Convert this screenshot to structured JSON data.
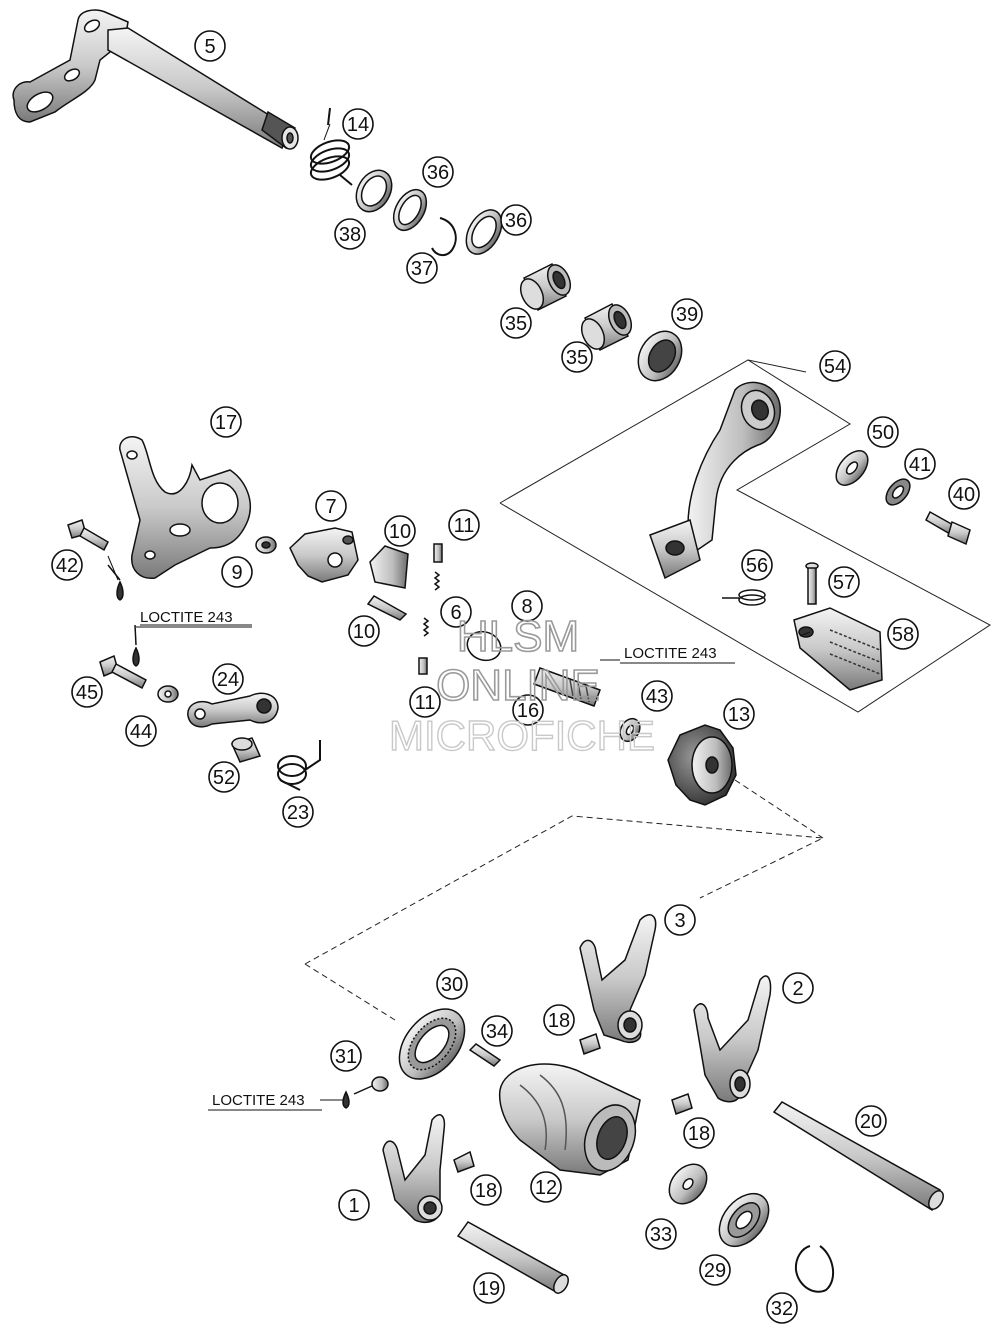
{
  "watermark": {
    "line1": "HLSM",
    "line2": "ONLINE",
    "line3": "MICROFICHE"
  },
  "loctite_label": "LOCTITE 243",
  "callouts": [
    {
      "n": "5",
      "part": "shift-shaft"
    },
    {
      "n": "14",
      "part": "spring"
    },
    {
      "n": "36",
      "part": "washer"
    },
    {
      "n": "38",
      "part": "washer"
    },
    {
      "n": "37",
      "part": "circlip"
    },
    {
      "n": "36",
      "part": "washer"
    },
    {
      "n": "35",
      "part": "needle-bearing"
    },
    {
      "n": "35",
      "part": "needle-bearing"
    },
    {
      "n": "39",
      "part": "shaft-seal"
    },
    {
      "n": "54",
      "part": "shift-lever-assembly"
    },
    {
      "n": "50",
      "part": "washer"
    },
    {
      "n": "41",
      "part": "lock-washer"
    },
    {
      "n": "40",
      "part": "screw"
    },
    {
      "n": "56",
      "part": "spring"
    },
    {
      "n": "57",
      "part": "pin"
    },
    {
      "n": "58",
      "part": "shift-tip"
    },
    {
      "n": "17",
      "part": "guide-plate"
    },
    {
      "n": "7",
      "part": "shift-pawl"
    },
    {
      "n": "10",
      "part": "guide"
    },
    {
      "n": "11",
      "part": "pin"
    },
    {
      "n": "9",
      "part": "bushing"
    },
    {
      "n": "42",
      "part": "screw"
    },
    {
      "n": "10",
      "part": "guide"
    },
    {
      "n": "6",
      "part": "spring"
    },
    {
      "n": "8",
      "part": "spring"
    },
    {
      "n": "11",
      "part": "pin"
    },
    {
      "n": "16",
      "part": "pin"
    },
    {
      "n": "45",
      "part": "screw"
    },
    {
      "n": "24",
      "part": "locking-lever"
    },
    {
      "n": "44",
      "part": "washer"
    },
    {
      "n": "43",
      "part": "washer"
    },
    {
      "n": "13",
      "part": "shift-drum-locating"
    },
    {
      "n": "52",
      "part": "roller"
    },
    {
      "n": "23",
      "part": "spring"
    },
    {
      "n": "3",
      "part": "shift-fork"
    },
    {
      "n": "2",
      "part": "shift-fork"
    },
    {
      "n": "30",
      "part": "ball-bearing"
    },
    {
      "n": "18",
      "part": "roller"
    },
    {
      "n": "34",
      "part": "pin"
    },
    {
      "n": "31",
      "part": "screw"
    },
    {
      "n": "20",
      "part": "shift-rail"
    },
    {
      "n": "18",
      "part": "roller"
    },
    {
      "n": "18",
      "part": "roller"
    },
    {
      "n": "1",
      "part": "shift-fork"
    },
    {
      "n": "12",
      "part": "shift-drum"
    },
    {
      "n": "33",
      "part": "washer"
    },
    {
      "n": "29",
      "part": "ball-bearing"
    },
    {
      "n": "19",
      "part": "shift-rail"
    },
    {
      "n": "32",
      "part": "circlip"
    }
  ]
}
